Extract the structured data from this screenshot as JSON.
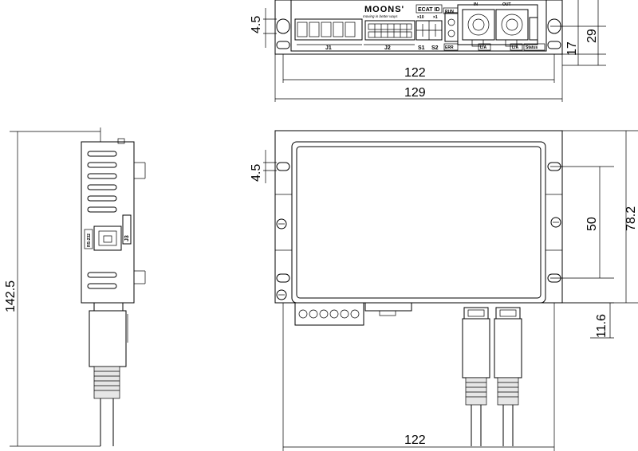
{
  "dimensions": {
    "top_hole": "4.5",
    "top_height_small": "17",
    "top_height": "29",
    "top_width_inner": "122",
    "top_width_outer": "129",
    "side_length": "142.5",
    "front_hole": "4.5",
    "front_hole_spacing": "50",
    "front_height": "78.2",
    "front_offset": "11.6",
    "front_width": "122"
  },
  "labels": {
    "brand": "MOONS'",
    "tagline": "moving in better ways",
    "ecat_id": "ECAT ID",
    "x10": "×10",
    "x1": "×1",
    "run": "RUN",
    "in": "IN",
    "out": "OUT",
    "j1": "J1",
    "j2": "J2",
    "s1": "S1",
    "s2": "S2",
    "err": "ERR",
    "la1": "L/A",
    "la2": "L/A",
    "status": "Status",
    "rs232": "RS-232",
    "j3": "J3"
  }
}
